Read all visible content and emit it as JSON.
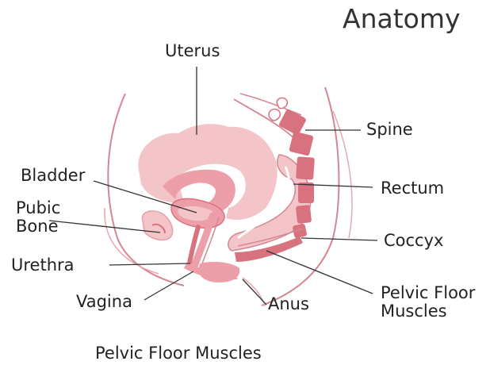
{
  "title": "Anatomy",
  "caption": "Pelvic Floor Muscles",
  "labels": {
    "uterus": "Uterus",
    "spine": "Spine",
    "bladder": "Bladder",
    "rectum": "Rectum",
    "pubic_bone_line1": "Pubic",
    "pubic_bone_line2": "Bone",
    "coccyx": "Coccyx",
    "urethra": "Urethra",
    "vagina": "Vagina",
    "anus": "Anus",
    "pelvic_floor_line1": "Pelvic Floor",
    "pelvic_floor_line2": "Muscles"
  },
  "colors": {
    "light_tissue": "#f3c4c8",
    "mid_tissue": "#ec9fa8",
    "dark_tissue": "#d9727f",
    "outline": "#d48792",
    "leader": "#333333",
    "text": "#222222"
  }
}
